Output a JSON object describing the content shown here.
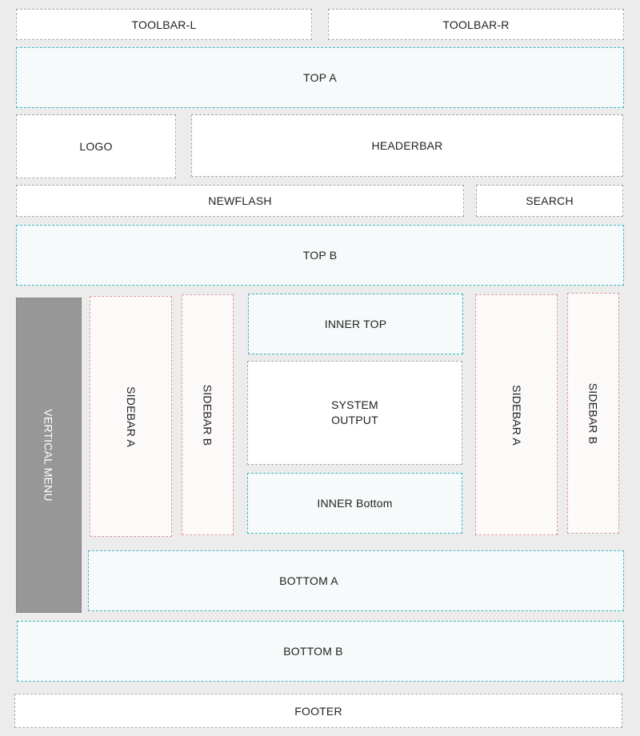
{
  "regions": {
    "toolbar_l": "TOOLBAR-L",
    "toolbar_r": "TOOLBAR-R",
    "top_a": "TOP A",
    "logo": "LOGO",
    "headerbar": "HEADERBAR",
    "newflash": "NEWFLASH",
    "search": "SEARCH",
    "top_b": "TOP B",
    "vertical_menu": "VERTICAL MENU",
    "sidebar_a_left": "SIDEBAR A",
    "sidebar_b_left": "SIDEBAR B",
    "inner_top": "INNER TOP",
    "system_output": "SYSTEM\nOUTPUT",
    "inner_bottom": "INNER Bottom",
    "sidebar_a_right": "SIDEBAR A",
    "sidebar_b_right": "SIDEBAR B",
    "bottom_a": "BOTTOM A",
    "bottom_b": "BOTTOM B",
    "footer": "FOOTER"
  },
  "colors": {
    "background": "#ececec",
    "gray_border": "#a6a6a6",
    "blue_border": "#3fb5c9",
    "red_border": "#e09a9a",
    "vertical_menu_fill": "#979797"
  }
}
